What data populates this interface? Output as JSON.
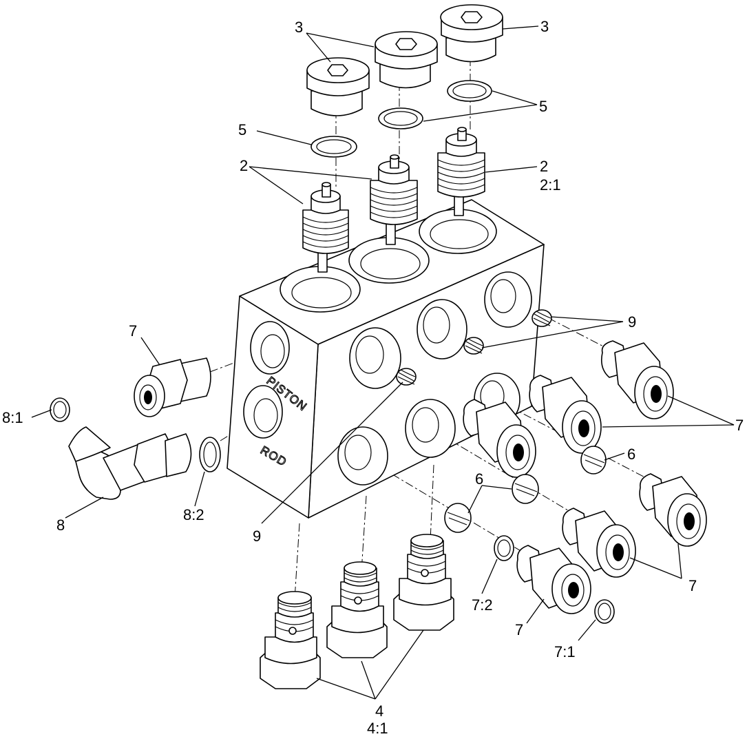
{
  "diagram": {
    "type": "exploded-parts-diagram",
    "block_text": {
      "piston": "PISTON",
      "rod": "ROD"
    },
    "callouts": {
      "plug_left": "3",
      "plug_mid": "3",
      "plug_right": "3",
      "oring_top_left": "5",
      "oring_top_right": "5",
      "cartridge_left": "2",
      "cartridge_right": "2",
      "cartridge_right_sub": "2:1",
      "fitting_left": "7",
      "setscrew_right": "9",
      "setscrew_left": "9",
      "fitting_right_top": "7",
      "plug_6_right": "6",
      "plug_6_left": "6",
      "fitting_right_bottom": "7",
      "oring_8_1": "8:1",
      "elbow_8": "8",
      "oring_8_2": "8:2",
      "oring_7_2": "7:2",
      "fitting_7_bottom": "7",
      "oring_7_1": "7:1",
      "valve_4": "4",
      "valve_4_sub": "4:1"
    }
  }
}
